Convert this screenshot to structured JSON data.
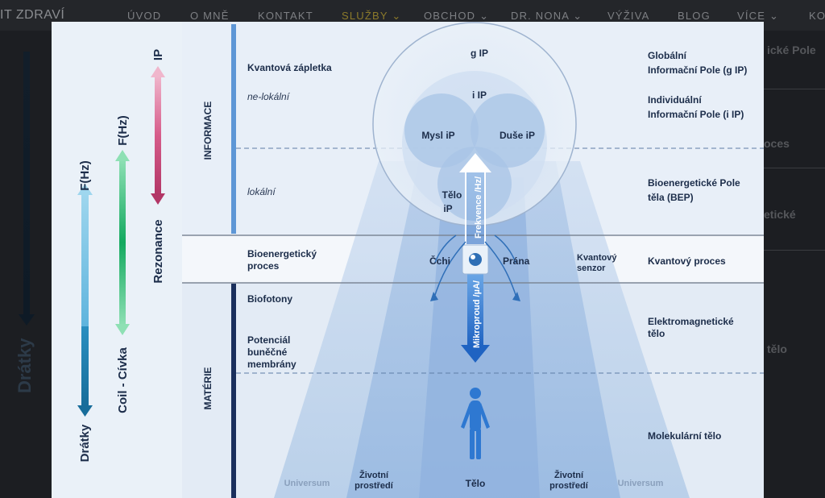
{
  "site": {
    "brand": "IT ZDRAVÍ",
    "nav": [
      {
        "label": "ÚVOD"
      },
      {
        "label": "O MNĚ"
      },
      {
        "label": "KONTAKT"
      },
      {
        "label": "SLUŽBY ⌄"
      },
      {
        "label": "OBCHOD ⌄"
      },
      {
        "label": "DR. NONA ⌄"
      },
      {
        "label": "VÝŽIVA"
      },
      {
        "label": "BLOG"
      },
      {
        "label": "VÍCE ⌄"
      },
      {
        "label": "KO"
      }
    ],
    "bg_right": {
      "a": "ické Pole",
      "b": "oces",
      "c": "etické",
      "d": "tělo"
    },
    "bg_left": "Drátky"
  },
  "diagram": {
    "left": {
      "dratky_top": "F(Hz)",
      "dratky_bottom": "Drátky",
      "coil_top": "F(Hz)",
      "coil_bottom": "Coil - Cívka",
      "ip_top": "IP",
      "ip_bottom": "Rezonance"
    },
    "bands": {
      "informace": "INFORMACE",
      "materie": "MATÉRIE"
    },
    "mid": {
      "kvantova": "Kvantová zápletka",
      "nelokalni": "ne-lokální",
      "lokalni": "lokální",
      "bio1": "Bioenergetický",
      "bio2": "proces",
      "biofotony": "Biofotony",
      "pot1": "Potenciál",
      "pot2": "buněčné",
      "pot3": "membrány"
    },
    "center": {
      "gip": "g IP",
      "iip": "i IP",
      "mysl": "Mysl iP",
      "duse": "Duše iP",
      "telo1": "Tělo",
      "telo2": "iP",
      "frekvence": "Frekvence /Hz/",
      "mikroproud": "Mikroproud /µA/",
      "cchi": "Čchi",
      "prana": "Prána",
      "senzor1": "Kvantový",
      "senzor2": "senzor"
    },
    "right": {
      "glob1": "Globální",
      "glob2": "Informační  Pole (g IP)",
      "ind1": "Individuální",
      "ind2": "Informační  Pole (i IP)",
      "bep1": "Bioenergetické  Pole",
      "bep2": "těla (BEP)",
      "kvproces": "Kvantový proces",
      "elm1": "Elektromagnetické",
      "elm2": "tělo",
      "mol": "Molekulární tělo"
    },
    "bottom": {
      "universum_l": "Universum",
      "zivotni_l1": "Životní",
      "zivotni_l2": "prostředí",
      "telo": "Tělo",
      "zivotni_r1": "Životní",
      "zivotni_r2": "prostředí",
      "universum_r": "Universum"
    },
    "colors": {
      "navy": "#1c2d4a",
      "lightblue": "#7ec6e6",
      "teal": "#1f7fae",
      "green": "#1bb36a",
      "pink": "#d15a86",
      "blue": "#3b7fd0"
    }
  }
}
